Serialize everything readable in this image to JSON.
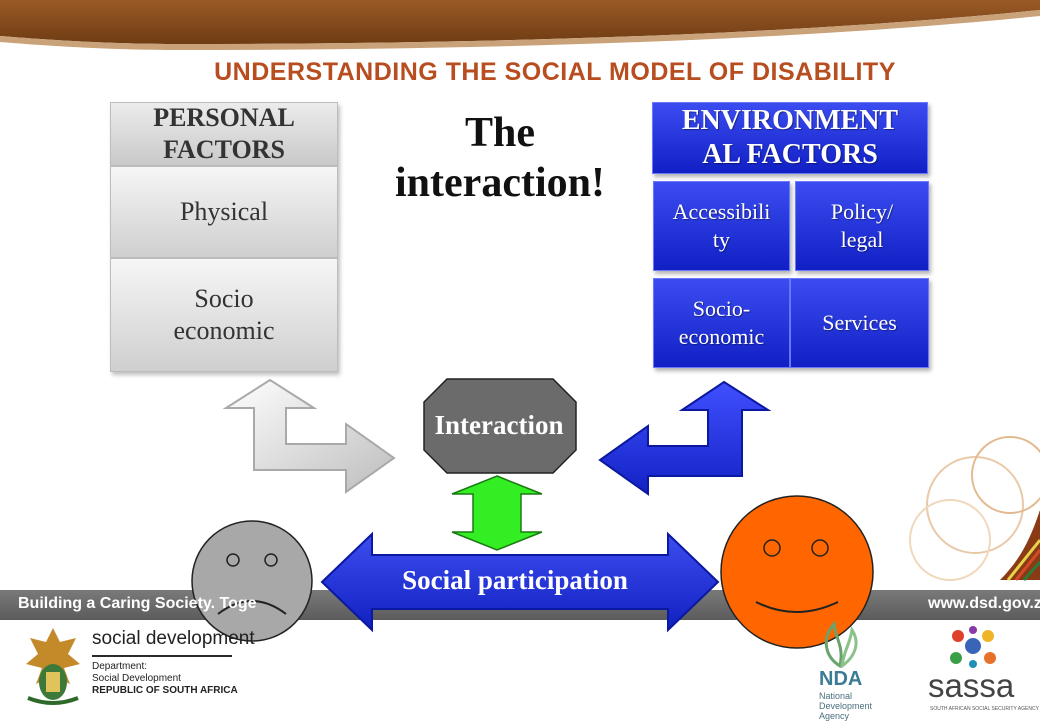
{
  "slide_title": "UNDERSTANDING THE SOCIAL MODEL OF DISABILITY",
  "center_heading": {
    "line1": "The",
    "line2": "interaction!"
  },
  "personal_factors": {
    "heading_line1": "PERSONAL",
    "heading_line2": "FACTORS",
    "physical": "Physical",
    "socio_line1": "Socio",
    "socio_line2": "economic"
  },
  "environmental_factors": {
    "heading_line1": "ENVIRONMENT",
    "heading_line2": "AL FACTORS",
    "accessibility_line1": "Accessibili",
    "accessibility_line2": "ty",
    "policy_line1": "Policy/",
    "policy_line2": "legal",
    "socio_line1": "Socio-",
    "socio_line2": "economic",
    "services": "Services"
  },
  "interaction_label": "Interaction",
  "social_participation_label": "Social participation",
  "footer": {
    "slogan": "Building a Caring Society. Toge",
    "website": "www.dsd.gov.za",
    "dept_name": "social development",
    "dept_line1": "Department:",
    "dept_line2": "Social Development",
    "dept_line3": "REPUBLIC OF SOUTH AFRICA",
    "nda_name": "NDA",
    "nda_line1": "National",
    "nda_line2": "Development",
    "nda_line3": "Agency",
    "sassa_name": "sassa",
    "sassa_tagline": "SOUTH AFRICAN SOCIAL SECURITY AGENCY"
  },
  "colors": {
    "title": "#b84d1f",
    "blue": "#1f30d8",
    "sad_face": "#a8a8a8",
    "happy_face": "#ff6600",
    "interaction_octagon": "#6a6a6a",
    "green_arrow": "#33ee22",
    "top_bar": "#8b4e1e"
  },
  "icons": [
    "sad-face-icon",
    "happy-face-icon",
    "coat-of-arms-icon",
    "nda-leaf-icon",
    "sassa-hands-icon"
  ]
}
